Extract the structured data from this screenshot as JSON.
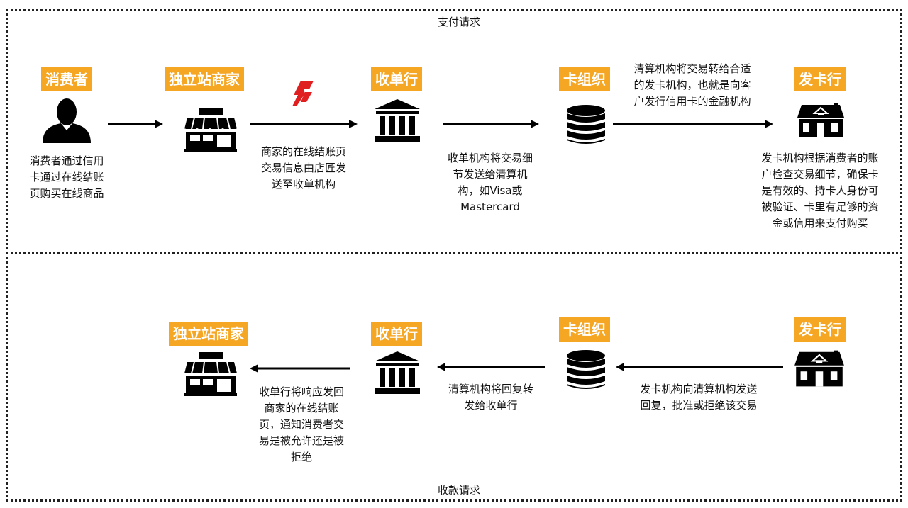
{
  "sections": {
    "top_title": "支付请求",
    "bottom_title": "收款请求"
  },
  "labels": {
    "consumer": "消费者",
    "merchant_top": "独立站商家",
    "acquirer_top": "收单行",
    "card_org_top": "卡组织",
    "issuer_top": "发卡行",
    "merchant_bottom": "独立站商家",
    "acquirer_bottom": "收单行",
    "card_org_bottom": "卡组织",
    "issuer_bottom": "发卡行"
  },
  "descriptions": {
    "consumer": [
      "消费者通过信用",
      "卡通过在线结账",
      "页购买在线商品"
    ],
    "merchant_to_acquirer": [
      "商家的在线结账页",
      "交易信息由店匠发",
      "送至收单机构"
    ],
    "acquirer_to_cardorg": [
      "收单机构将交易细",
      "节发送给清算机",
      "构，如Visa或",
      "Mastercard"
    ],
    "cardorg_to_issuer": [
      "清算机构将交易转给合适",
      "的发卡机构，也就是向客",
      "户发行信用卡的金融机构"
    ],
    "issuer_check": [
      "发卡机构根据消费者的账",
      "户检查交易细节，确保卡",
      "是有效的、持卡人身份可",
      "被验证、卡里有足够的资",
      "金或信用来支付购买"
    ],
    "issuer_to_cardorg": [
      "发卡机构向清算机构发送",
      "回复，批准或拒绝该交易"
    ],
    "cardorg_to_acquirer": [
      "清算机构将回复转",
      "发给收单行"
    ],
    "acquirer_to_merchant": [
      "收单行将响应发回",
      "商家的在线结账",
      "页，通知消费者交",
      "易是被允许还是被",
      "拒绝"
    ]
  },
  "colors": {
    "label_bg": "#f5a623",
    "icon": "#000000",
    "logo": "#e02020"
  },
  "icons": [
    "person-icon",
    "store-icon",
    "shoplazza-logo-icon",
    "bank-icon",
    "coin-stack-icon",
    "house-icon"
  ]
}
